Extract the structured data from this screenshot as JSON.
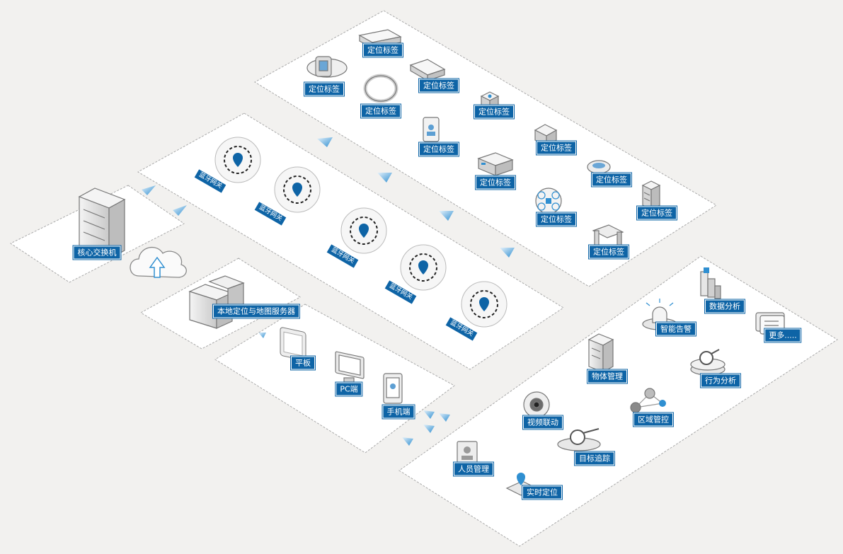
{
  "tag_label": "定位标签",
  "gateway_label": "蓝牙网关",
  "core_switch_label": "核心交换机",
  "server_label": "本地定位与地图服务器",
  "terminals": {
    "tablet": "平板",
    "pc": "PC端",
    "phone": "手机端"
  },
  "functions": {
    "data_analysis": "数据分析",
    "smart_alarm": "智能告警",
    "more": "更多.....",
    "asset_management": "物体管理",
    "behavior_analysis": "行为分析",
    "video_linkage": "视频联动",
    "area_control": "区域管控",
    "target_tracking": "目标追踪",
    "personnel_management": "人员管理",
    "realtime_location": "实时定位"
  },
  "colors": {
    "label_bg": "#0e64a6",
    "arrow": "#2f8fd1",
    "panel": "#ffffff",
    "background": "#f2f1ef"
  }
}
